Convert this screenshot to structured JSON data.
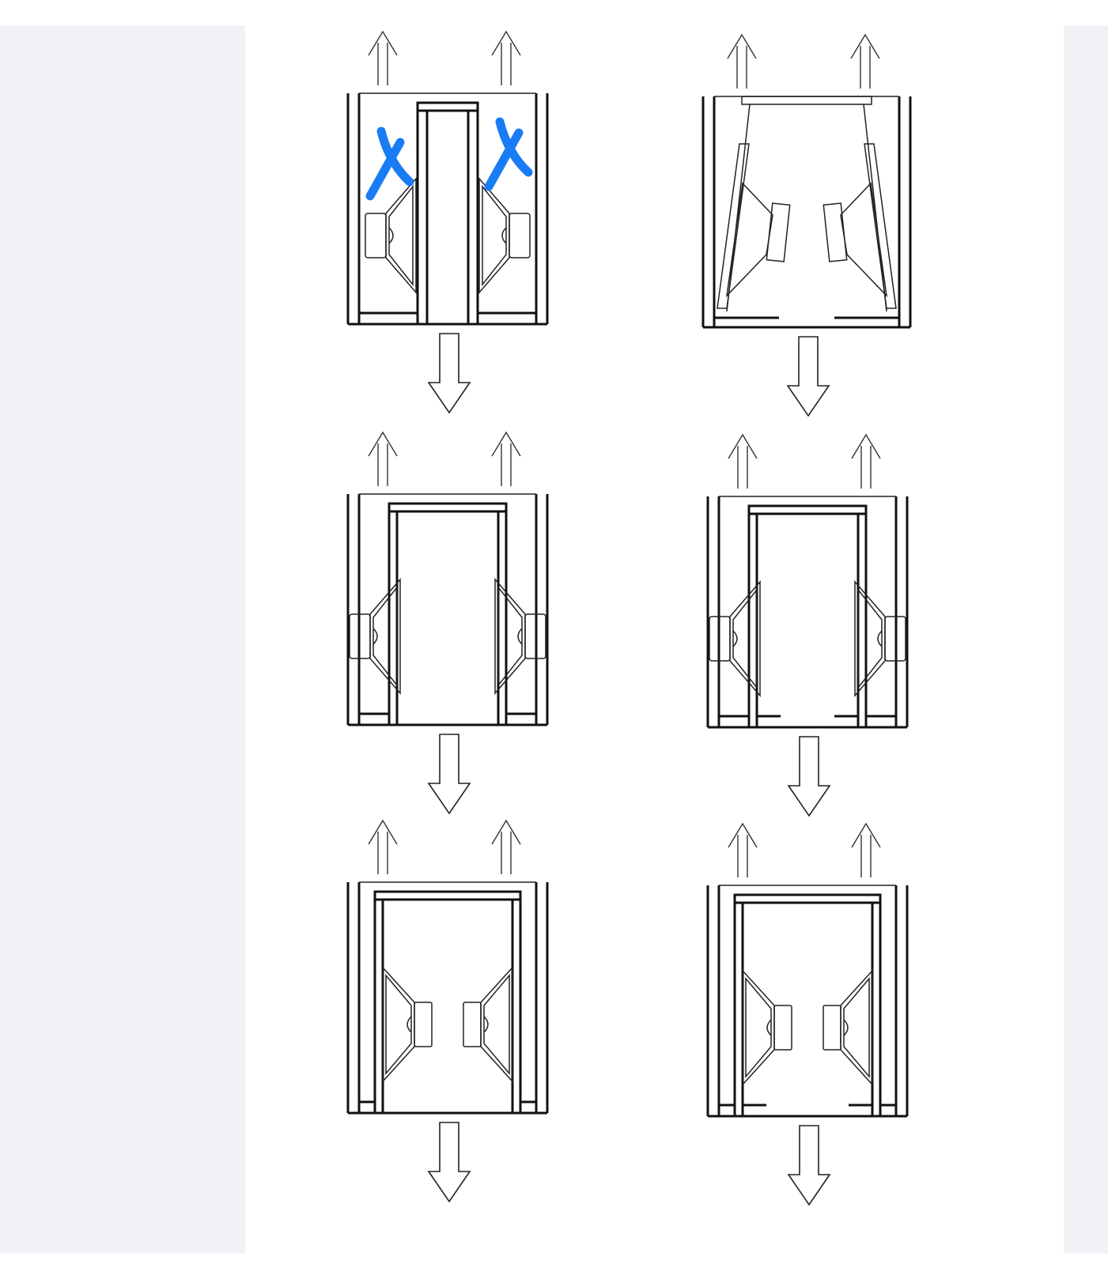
{
  "colors": {
    "panel_background": "#f0f2f5",
    "figure_background": "#ffffff",
    "line": "#111111",
    "cross_mark": "#1a7cf5"
  },
  "layout_variants": [
    "pipe-middle-outward-drivers",
    "angled-baffles",
    "wide-chamber-outward-drivers",
    "wide-chamber-outward-drivers-gapped",
    "inward-drivers",
    "inward-drivers-gapped"
  ],
  "crossed_out_variant": "pipe-middle-outward-drivers",
  "cross_mark_count": 2,
  "icons": {
    "up_arrow": "open-chevron-up-arrow-icon",
    "down_arrow": "hollow-down-arrow-icon",
    "cross_mark": "blue-x-mark-icon"
  }
}
